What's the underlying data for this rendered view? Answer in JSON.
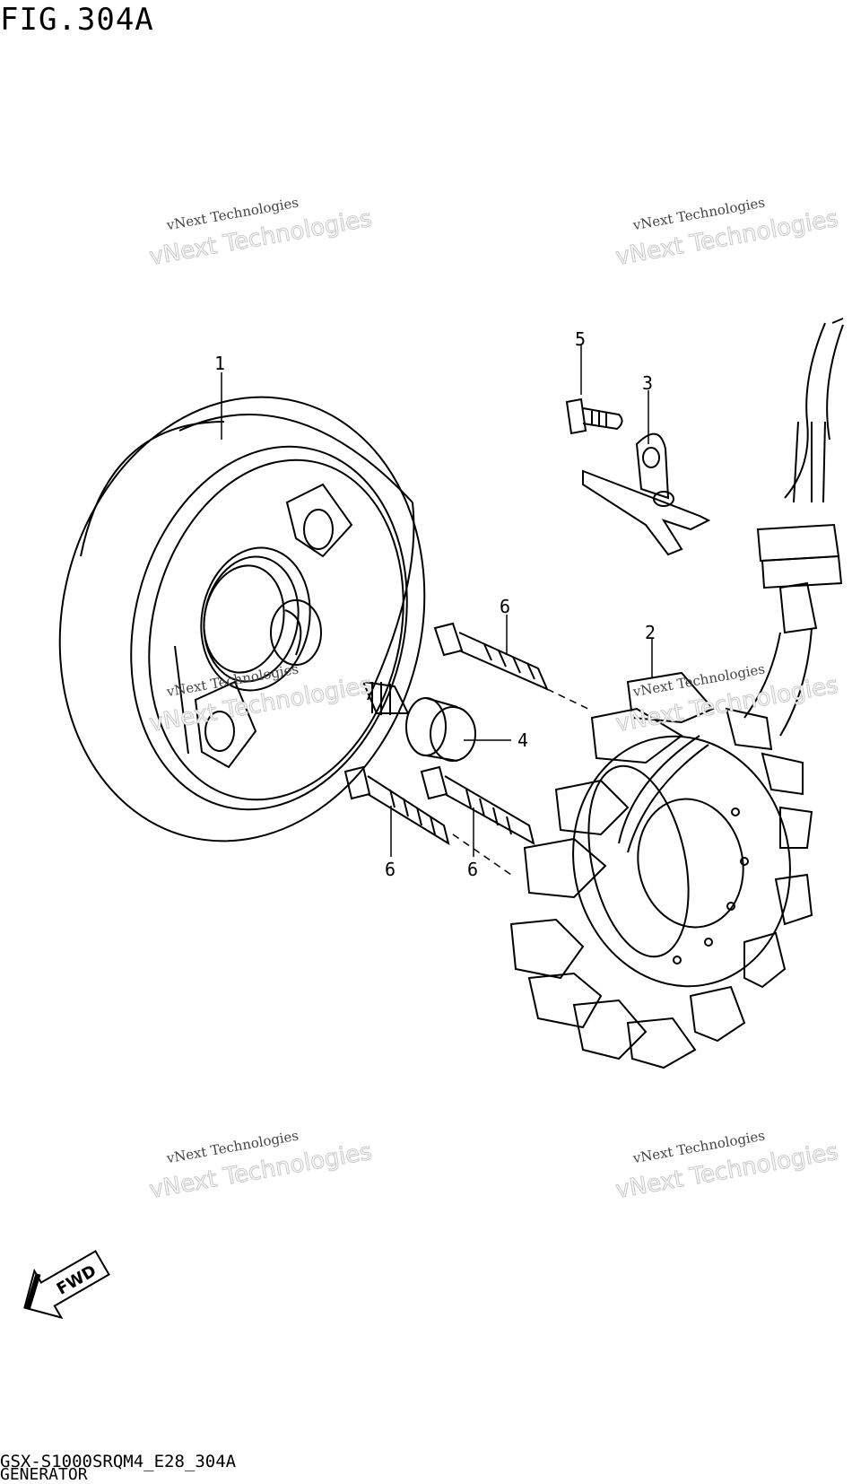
{
  "figure": {
    "title": "FIG.304A"
  },
  "footer": {
    "model_code": "GSX-S1000SRQM4_E28_304A",
    "section_name": "GENERATOR"
  },
  "callouts": {
    "rotor": "1",
    "stator": "2",
    "clamp": "3",
    "bolt_4": "4",
    "bolt_5": "5",
    "bolt_6_top": "6",
    "bolt_6_left": "6",
    "bolt_6_right": "6"
  },
  "fwd_arrow": {
    "label": "FWD"
  },
  "watermark": {
    "line1": "vNext Technologies",
    "line2": "vNext Technologies"
  },
  "colors": {
    "line": "#000000",
    "background": "#ffffff",
    "watermark": "#c8c8c8"
  }
}
